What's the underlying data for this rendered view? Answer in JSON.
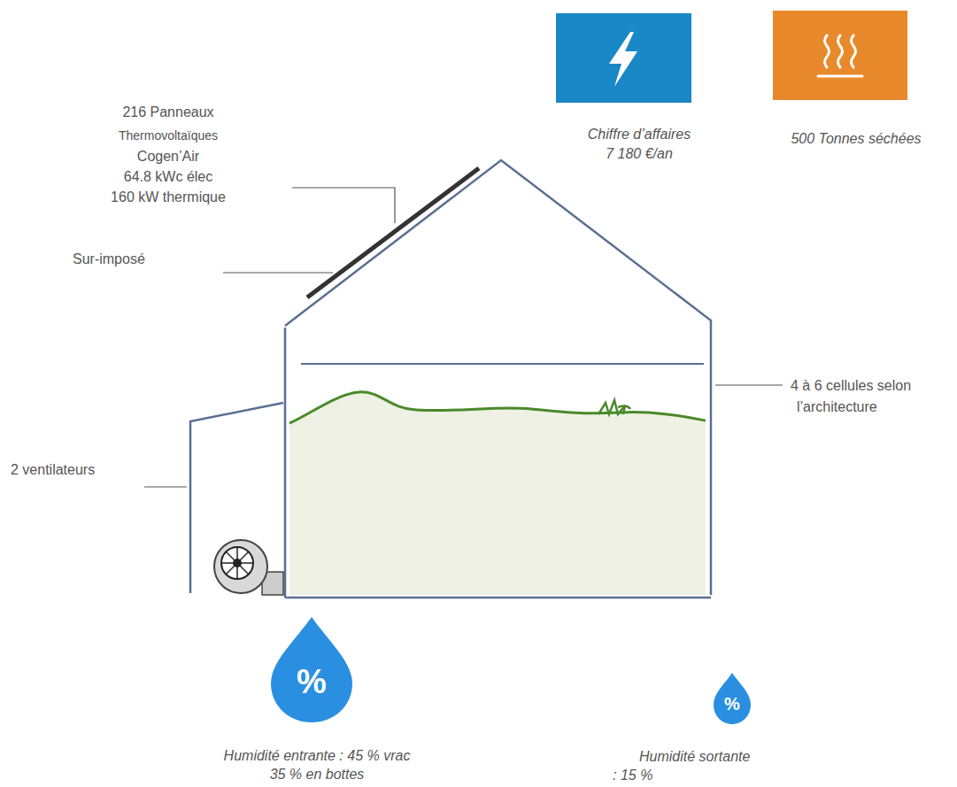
{
  "diagram": {
    "labels": [
      "216 Panneaux",
      "Thermovoltaïques",
      "Cogen’Air",
      "64.8 kWc élec",
      "160 kW thermique",
      "Sur-imposé",
      "Chiffre d’affaires",
      "7 180 €/an",
      "500 Tonnes séchées",
      "4 à 6 cellules selon",
      "l’architecture",
      "2 ventilateurs",
      "%",
      "Humidité entrante : 45 % vrac",
      "35 % en bottes",
      "%",
      "Humidité sortante",
      ": 15 %"
    ]
  }
}
